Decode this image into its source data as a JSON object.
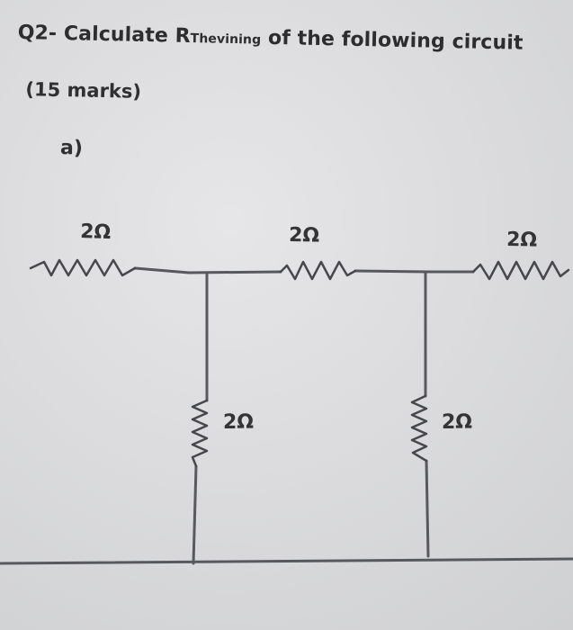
{
  "question": {
    "number": "Q2-",
    "prompt_start": "Calculate R",
    "prompt_sub": "Thevining",
    "prompt_end": " of the following circuit",
    "marks": "(15 marks)",
    "part": "a)"
  },
  "circuit": {
    "resistors": [
      {
        "label": "2Ω"
      },
      {
        "label": "2Ω"
      },
      {
        "label": "2Ω"
      },
      {
        "label": "2Ω"
      },
      {
        "label": "2Ω"
      }
    ]
  },
  "colors": {
    "paper": "#dcdcde",
    "ink": "#303033",
    "wire": "#58595c"
  }
}
